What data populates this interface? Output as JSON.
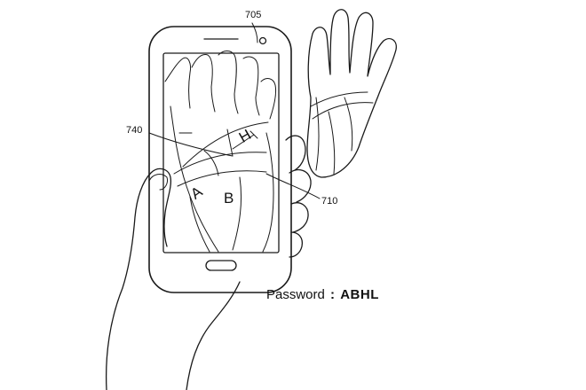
{
  "reference_labels": {
    "device": "705",
    "palm_line_marker": "740",
    "palm_lines": "710"
  },
  "palm_letters": {
    "letter_a": "A",
    "letter_b": "B",
    "letter_h": "H"
  },
  "password": {
    "label": "Password",
    "separator": ":",
    "value": "ABHL"
  }
}
